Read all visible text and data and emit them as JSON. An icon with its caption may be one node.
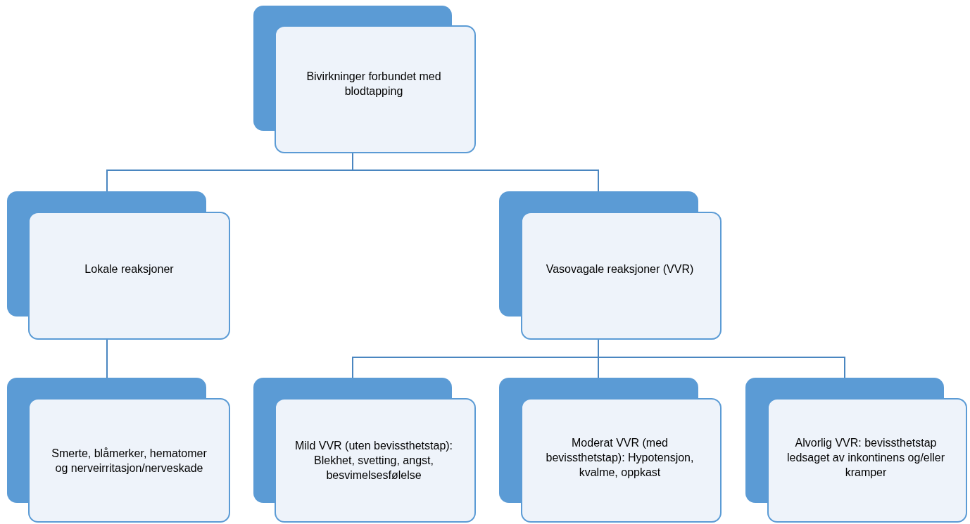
{
  "diagram": {
    "nodes": [
      {
        "text": [
          "Bivirkninger forbundet med blodtapping"
        ]
      },
      {
        "text": [
          "Lokale reaksjoner"
        ]
      },
      {
        "text": [
          "Vasovagale reaksjoner (VVR)"
        ]
      },
      {
        "text": [
          "Smerte, blåmerker, hematomer og nerveirritasjon/nerveskade"
        ]
      },
      {
        "text": [
          "Mild VVR (uten bevissthetstap): Blekhet, svetting, angst, besvimelsesfølelse"
        ]
      },
      {
        "text": [
          "Moderat VVR (med bevissthetstap): Hypotensjon, kvalme, oppkast"
        ]
      },
      {
        "text": [
          "Alvorlig VVR: bevissthetstap ledsaget av inkontinens og/eller kramper"
        ]
      }
    ],
    "edges": [
      {
        "from": 0,
        "to": 1,
        "arrow": "none"
      },
      {
        "from": 0,
        "to": 2,
        "arrow": "none"
      },
      {
        "from": 1,
        "to": 3,
        "arrow": "none"
      },
      {
        "from": 2,
        "to": 4,
        "arrow": "none"
      },
      {
        "from": 2,
        "to": 5,
        "arrow": "none"
      },
      {
        "from": 2,
        "to": 6,
        "arrow": "none"
      }
    ]
  }
}
